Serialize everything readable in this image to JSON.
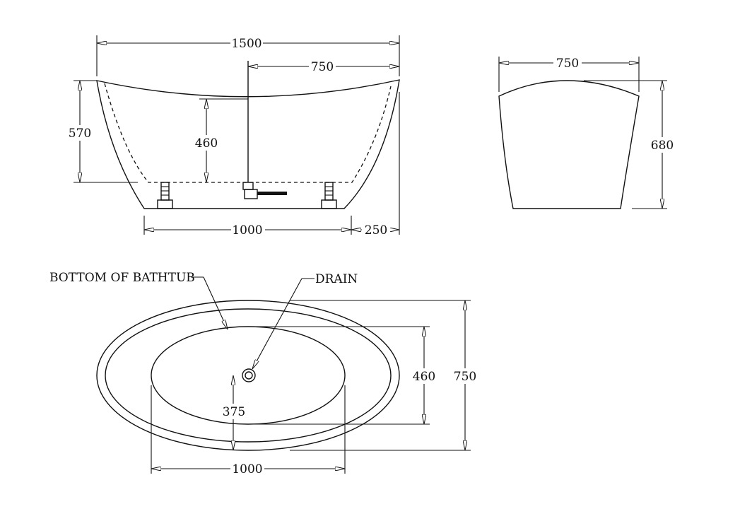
{
  "side_view": {
    "overall_length": "1500",
    "half_length": "750",
    "height": "570",
    "inner_depth": "460",
    "base_length": "1000",
    "overhang": "250"
  },
  "end_view": {
    "width": "750",
    "height": "680"
  },
  "top_view": {
    "bottom_label": "BOTTOM OF BATHTUB",
    "drain_label": "DRAIN",
    "inner_width": "460",
    "overall_width": "750",
    "drain_offset": "375",
    "bottom_length": "1000"
  }
}
